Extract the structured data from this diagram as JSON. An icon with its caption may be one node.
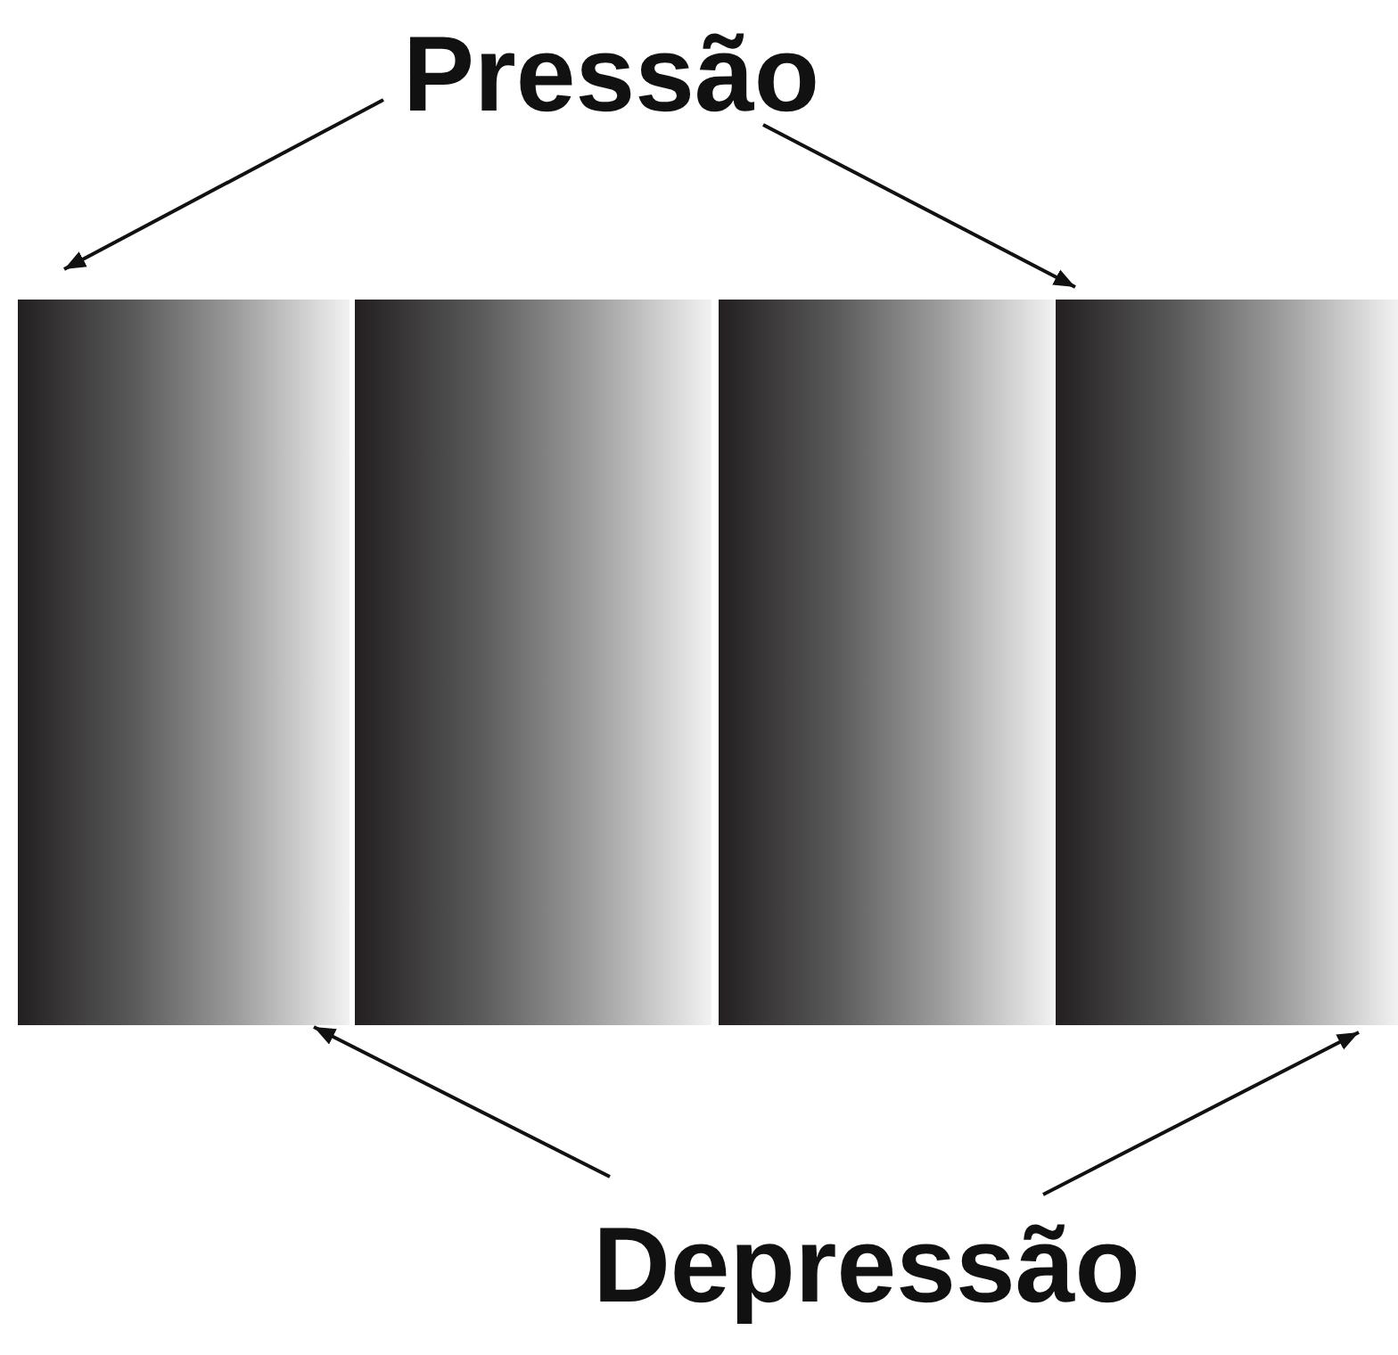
{
  "diagram": {
    "nodes": [
      {
        "text": [
          "Pressão"
        ]
      },
      {
        "text": [],
        "shape": "bar"
      },
      {
        "text": [],
        "shape": "bar"
      },
      {
        "text": [],
        "shape": "bar"
      },
      {
        "text": [],
        "shape": "bar"
      },
      {
        "text": [
          "Depressão"
        ]
      }
    ],
    "edges": [
      {
        "from": 0,
        "to": 1,
        "arrow": "to"
      },
      {
        "from": 0,
        "to": 4,
        "arrow": "to"
      },
      {
        "from": 5,
        "to": 1,
        "arrow": "to"
      },
      {
        "from": 5,
        "to": 4,
        "arrow": "to"
      }
    ]
  }
}
